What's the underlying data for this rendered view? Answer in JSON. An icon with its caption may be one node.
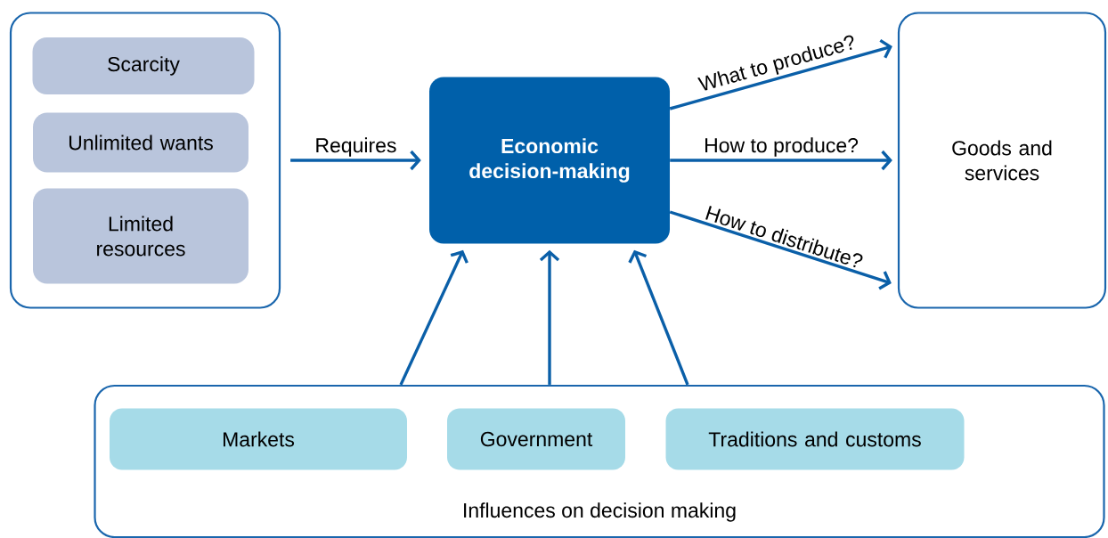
{
  "diagram": {
    "nodes": [
      {
        "text": [],
        "shape": "box"
      },
      {
        "text": [
          "Scarcity"
        ],
        "in": 0
      },
      {
        "text": [
          "Unlimited wants"
        ],
        "in": 0
      },
      {
        "text": [
          "Limited resources"
        ],
        "in": 0
      },
      {
        "text": [
          "Economic decision-making"
        ]
      },
      {
        "text": [
          "Goods and services"
        ]
      },
      {
        "text": [
          "Influences on decision making"
        ]
      },
      {
        "text": [
          "Markets"
        ],
        "in": 6
      },
      {
        "text": [
          "Government"
        ],
        "in": 6
      },
      {
        "text": [
          "Traditions and customs"
        ],
        "in": 6
      }
    ],
    "edges": [
      {
        "from": 0,
        "to": 4,
        "arrow": "to",
        "label": "Requires"
      },
      {
        "from": 4,
        "to": 5,
        "arrow": "to",
        "label": "What to produce?"
      },
      {
        "from": 4,
        "to": 5,
        "arrow": "to",
        "label": "How to produce?"
      },
      {
        "from": 4,
        "to": 5,
        "arrow": "to",
        "label": "How to distribute?"
      },
      {
        "from": 6,
        "to": 4,
        "arrow": "to"
      },
      {
        "from": 6,
        "to": 4,
        "arrow": "to"
      },
      {
        "from": 6,
        "to": 4,
        "arrow": "to"
      }
    ]
  }
}
